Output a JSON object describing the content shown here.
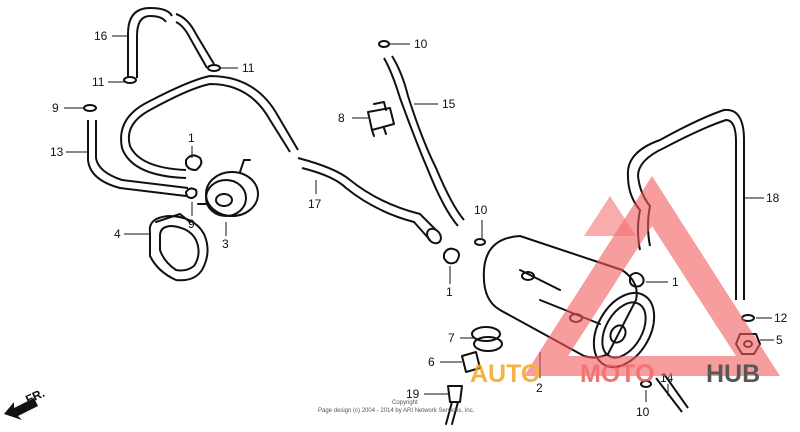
{
  "diagram": {
    "labels": [
      {
        "id": "l16",
        "text": "16"
      },
      {
        "id": "l11a",
        "text": "11"
      },
      {
        "id": "l11b",
        "text": "11"
      },
      {
        "id": "l9a",
        "text": "9"
      },
      {
        "id": "l13",
        "text": "13"
      },
      {
        "id": "l4",
        "text": "4"
      },
      {
        "id": "l1a",
        "text": "1"
      },
      {
        "id": "l9b",
        "text": "9"
      },
      {
        "id": "l3",
        "text": "3"
      },
      {
        "id": "l8",
        "text": "8"
      },
      {
        "id": "l10a",
        "text": "10"
      },
      {
        "id": "l15",
        "text": "15"
      },
      {
        "id": "l17",
        "text": "17"
      },
      {
        "id": "l10b",
        "text": "10"
      },
      {
        "id": "l1b",
        "text": "1"
      },
      {
        "id": "l18",
        "text": "18"
      },
      {
        "id": "l1c",
        "text": "1"
      },
      {
        "id": "l12",
        "text": "12"
      },
      {
        "id": "l5",
        "text": "5"
      },
      {
        "id": "l7",
        "text": "7"
      },
      {
        "id": "l6",
        "text": "6"
      },
      {
        "id": "l2",
        "text": "2"
      },
      {
        "id": "l14",
        "text": "14"
      },
      {
        "id": "l19",
        "text": "19"
      },
      {
        "id": "l10c",
        "text": "10"
      }
    ],
    "fr_label": "FR.",
    "copyright_line1": "Copyright",
    "copyright_line2": "Page design (c) 2004 - 2014 by ARI Network Services, Inc."
  },
  "watermark": {
    "part1": "AUTO",
    "part2": "MOTO",
    "part3": "HUB",
    "color_red": "#f25b5b",
    "color_orange": "#f5a623",
    "color_dark": "#3a3a3a"
  }
}
